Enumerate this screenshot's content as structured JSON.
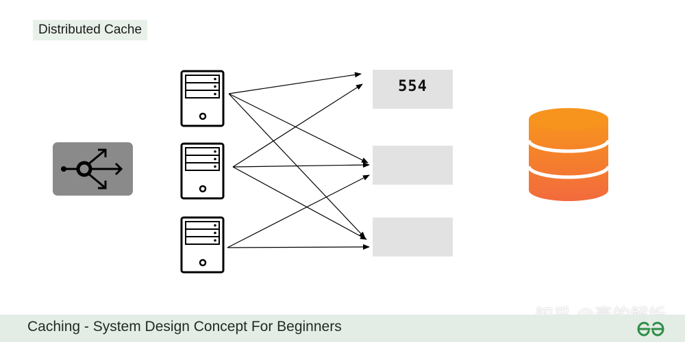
{
  "header": {
    "title": "Distributed Cache"
  },
  "icons": {
    "load_balancer": "load-balancer-icon",
    "server": "server-icon",
    "database": "database-icon",
    "logo": "geeksforgeeks-logo"
  },
  "cache_nodes": [
    {
      "value": "554"
    },
    {
      "value": ""
    },
    {
      "value": ""
    }
  ],
  "colors": {
    "lb_fill": "#8a8a8a",
    "cache_fill": "#e2e2e2",
    "db_top": "#f7941d",
    "db_bottom": "#f26a3d",
    "footer_bg": "#e3ece5",
    "logo_green": "#2f8d46"
  },
  "footer": {
    "title": "Caching - System Design Concept For Beginners"
  },
  "watermark": "知乎 @豪的解析"
}
